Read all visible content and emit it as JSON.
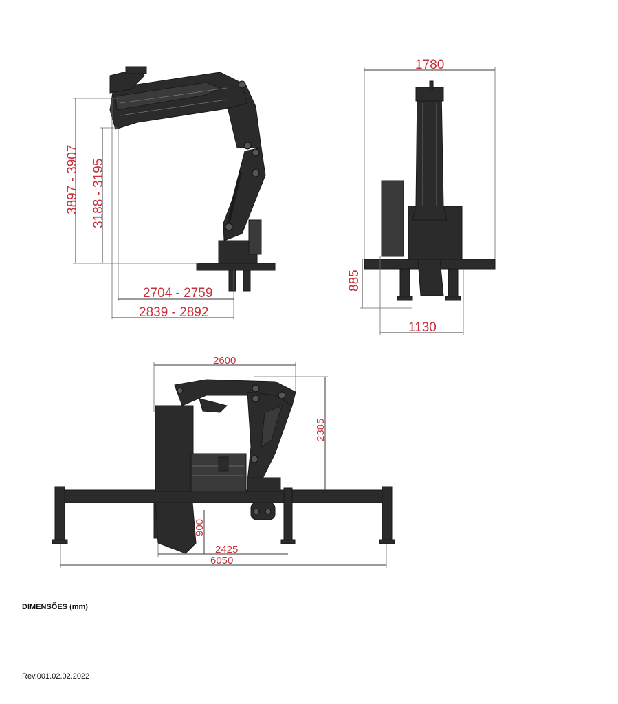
{
  "colors": {
    "dimension_text": "#c8303a",
    "machine": "#2b2b2b",
    "lines": "#3a3a3a"
  },
  "side_view": {
    "height_outer": "3897 - 3907",
    "height_inner": "3188 - 3195",
    "reach_inner": "2704 - 2759",
    "reach_outer": "2839 - 2892"
  },
  "rear_view": {
    "width_top": "1780",
    "base_height": "885",
    "base_width": "1130"
  },
  "front_view": {
    "width_top": "2600",
    "height": "2385",
    "leg_height": "900",
    "leg_spacing": "2425",
    "outrigger_span": "6050"
  },
  "caption": "DIMENSÕES (mm)",
  "revision": "Rev.001.02.02.2022"
}
